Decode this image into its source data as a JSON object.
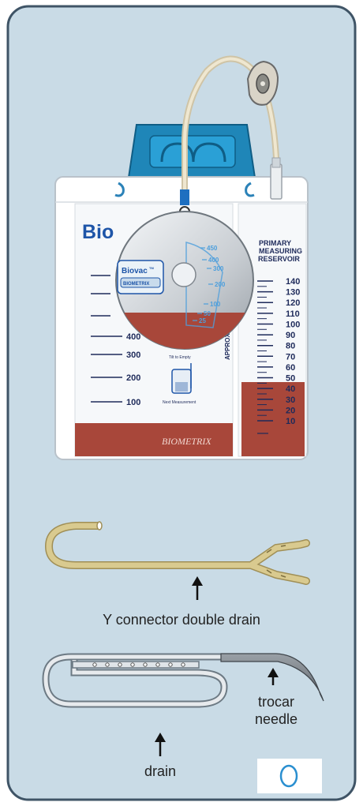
{
  "bag": {
    "brand_partial": "Bio",
    "left_scale": [
      "400",
      "300",
      "200",
      "100"
    ],
    "reservoir_title": [
      "PRIMARY",
      "MEASURING",
      "RESERVOIR"
    ],
    "reservoir_scale": [
      "140",
      "130",
      "120",
      "110",
      "100",
      "90",
      "80",
      "70",
      "60",
      "50",
      "40",
      "30",
      "20",
      "10"
    ],
    "approx_label": "APPROX CC",
    "tilt_label": "Tilt to Empty",
    "next_label": "Next Measurement",
    "footer_brand": "BIOMETRIX"
  },
  "dial": {
    "logo_top": "Biovac",
    "logo_tm": "TM",
    "logo_bottom": "BIOMETRIX",
    "scale": [
      "450",
      "400",
      "300",
      "200",
      "100",
      "50",
      "25"
    ]
  },
  "labels": {
    "y_connector": "Y connector double drain",
    "trocar_line1": "trocar",
    "trocar_line2": "needle",
    "drain": "drain"
  },
  "colors": {
    "card_bg": "#c9dbe6",
    "card_border": "#3f5466",
    "fluid": "#a8473a",
    "scale_blue": "#2c4aa3",
    "clamp_blue": "#1f86b8",
    "tube": "#e5dcc2",
    "y_drain": "#d9ca8f",
    "lumen_ring": "#2a8fd0"
  }
}
